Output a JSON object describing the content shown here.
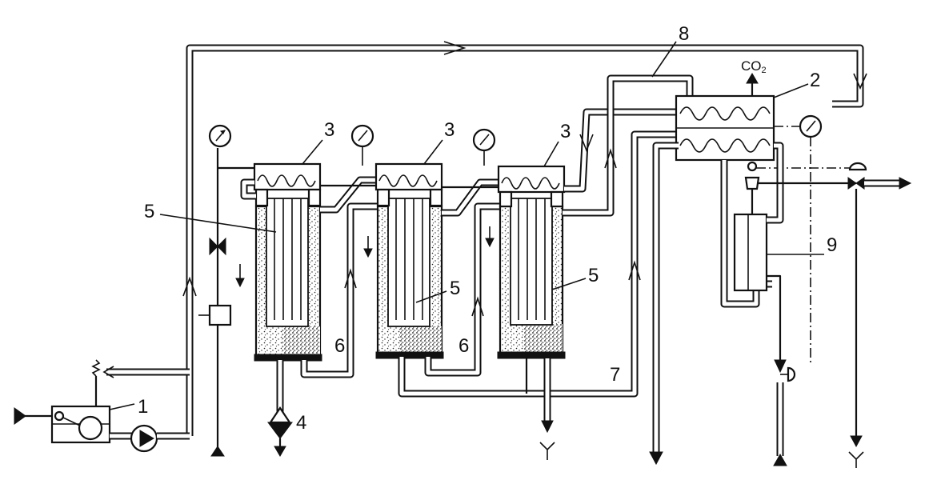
{
  "labels": {
    "n1": "1",
    "n2": "2",
    "n3a": "3",
    "n3b": "3",
    "n3c": "3",
    "n4": "4",
    "n5a": "5",
    "n5b": "5",
    "n5c": "5",
    "n6a": "6",
    "n6b": "6",
    "n7": "7",
    "n8": "8",
    "n9": "9",
    "co2": "CO",
    "co2_sub": "2"
  }
}
